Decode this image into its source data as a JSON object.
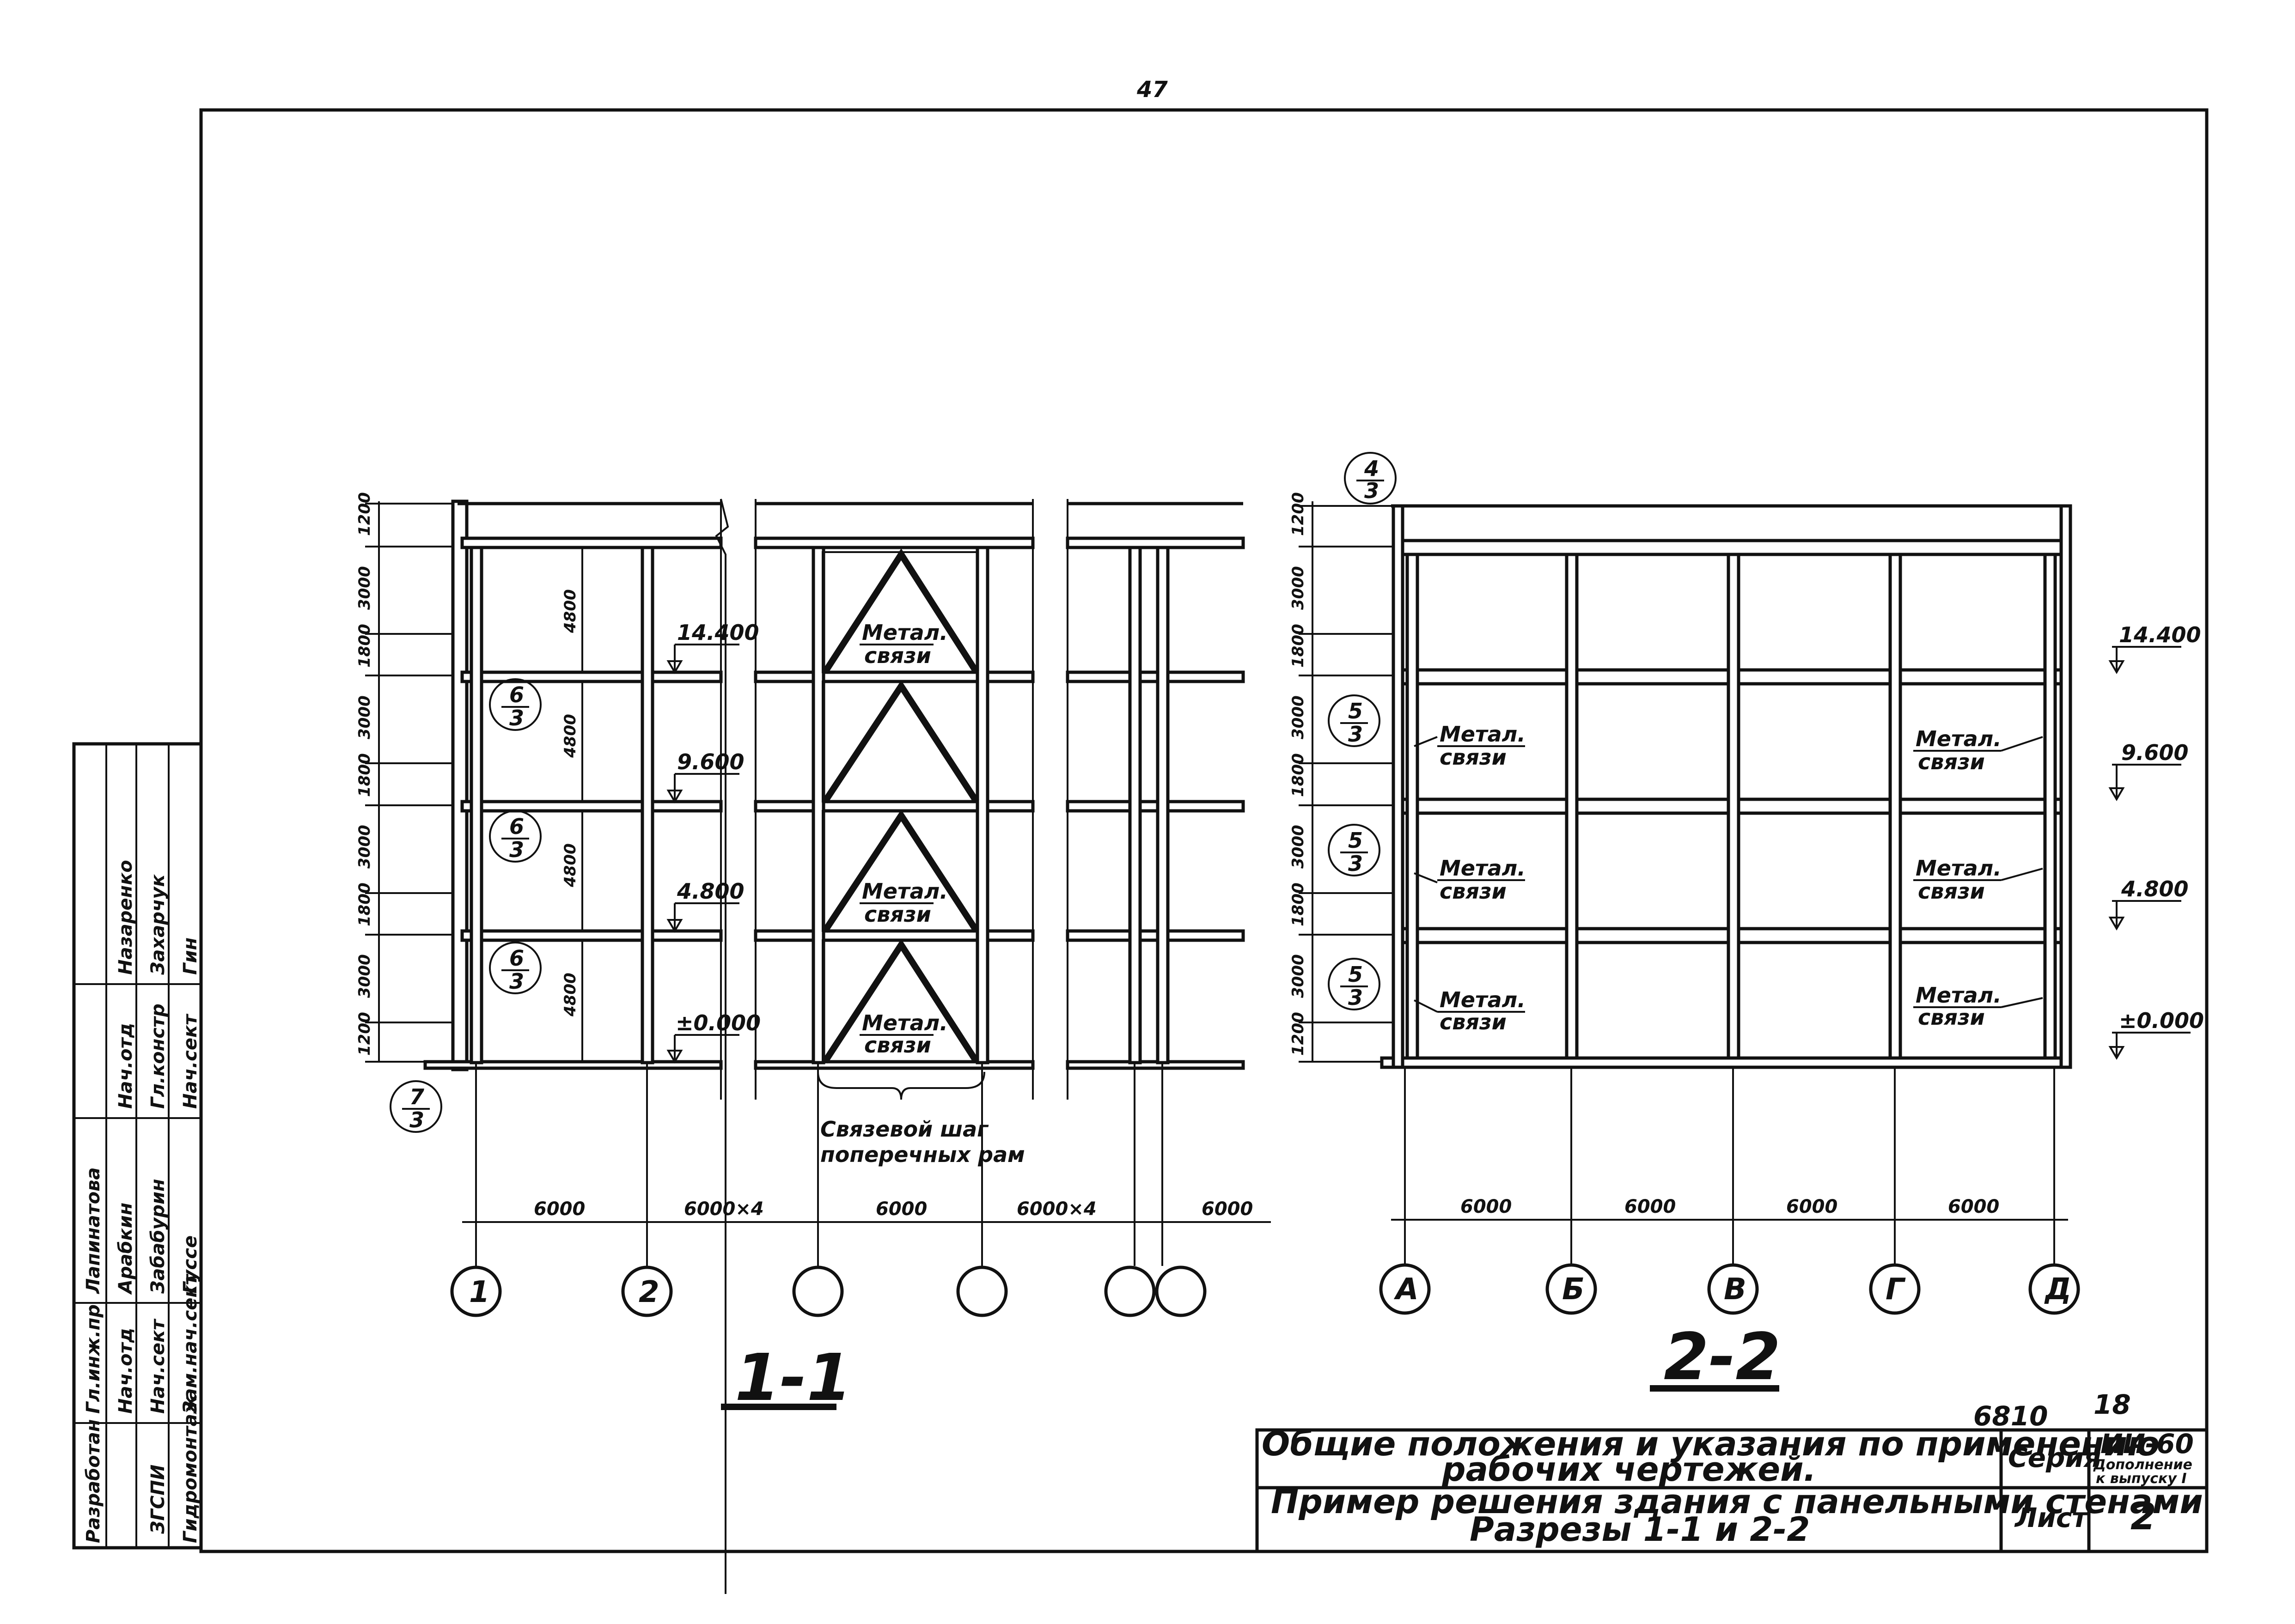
{
  "page_number": "47",
  "sections": {
    "s11": {
      "title": "1-1",
      "level_labels": [
        "14.400",
        "9.600",
        "4.800",
        "±0.000"
      ],
      "vertical_dims": [
        "1200",
        "3000",
        "1800",
        "3000",
        "1800",
        "3000",
        "1800",
        "3000",
        "1200"
      ],
      "storey_heights": [
        "4800",
        "4800",
        "4800",
        "4800"
      ],
      "node_refs": [
        {
          "num": "6",
          "den": "3"
        },
        {
          "num": "6",
          "den": "3"
        },
        {
          "num": "6",
          "den": "3"
        },
        {
          "num": "7",
          "den": "3"
        }
      ],
      "bracing_labels": [
        {
          "l1": "Метал.",
          "l2": "связи"
        },
        {
          "l1": "Метал.",
          "l2": "связи"
        },
        {
          "l1": "Метал.",
          "l2": "связи"
        }
      ],
      "brace_step_note": {
        "l1": "Связевой шаг",
        "l2": "поперечных рам"
      },
      "bay_dims": [
        "6000",
        "6000×4",
        "6000",
        "6000×4",
        "6000"
      ],
      "axes": [
        "1",
        "2",
        "",
        "",
        "",
        ""
      ]
    },
    "s22": {
      "title": "2-2",
      "top_ref": {
        "num": "4",
        "den": "3"
      },
      "level_labels": [
        "14.400",
        "9.600",
        "4.800",
        "±0.000"
      ],
      "vertical_dims": [
        "1200",
        "3000",
        "1800",
        "3000",
        "1800",
        "3000",
        "1800",
        "3000",
        "1200"
      ],
      "node_refs": [
        {
          "num": "5",
          "den": "3"
        },
        {
          "num": "5",
          "den": "3"
        },
        {
          "num": "5",
          "den": "3"
        }
      ],
      "bracing_labels": [
        {
          "l1": "Метал.",
          "l2": "связи"
        },
        {
          "l1": "Метал.",
          "l2": "связи"
        },
        {
          "l1": "Метал.",
          "l2": "связи"
        },
        {
          "l1": "Метал.",
          "l2": "связи"
        },
        {
          "l1": "Метал.",
          "l2": "связи"
        },
        {
          "l1": "Метал.",
          "l2": "связи"
        }
      ],
      "bay_dims": [
        "6000",
        "6000",
        "6000",
        "6000"
      ],
      "axes": [
        "А",
        "Б",
        "В",
        "Г",
        "Д"
      ]
    }
  },
  "title_block": {
    "sheet_code": "6810",
    "sheet_code2": "18",
    "title_line1": "Общие положения и указания по применению",
    "title_line2": "рабочих чертежей.",
    "subtitle_line1": "Пример решения здания с панельными стенами",
    "subtitle_line2": "Разрезы 1-1 и 2-2",
    "series_label": "Серия",
    "series_value": "ИИ-60",
    "series_note1": "Дополнение",
    "series_note2": "к выпуску I",
    "sheet_label": "Лист",
    "sheet_value": "2"
  },
  "side_stamp": {
    "org": "ЗГСПИ",
    "cols": [
      {
        "role": "Разработан",
        "lines": [
          "Гл.инж.пр",
          "Нач.отд",
          "Нач.сект",
          "Зам.нач.сект"
        ],
        "names": [
          "Лапинатова",
          "Арабкин",
          "Забабурин",
          "Гуссе"
        ]
      },
      {
        "role": "Гидромонтаж",
        "lines": [
          "Нач.отд",
          "Гл.констр",
          "Нач.сект"
        ],
        "names": [
          "Назаренко",
          "Захарчук",
          "Гин"
        ]
      }
    ]
  }
}
